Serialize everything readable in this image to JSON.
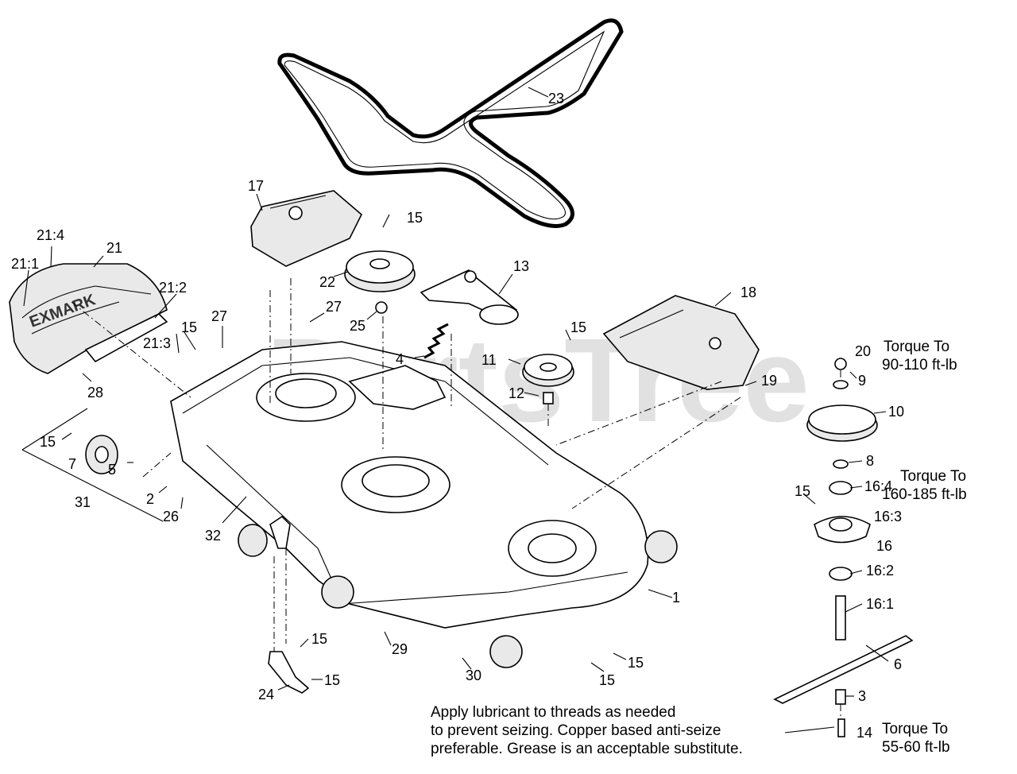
{
  "watermark": "PartsTree",
  "callouts": [
    "1",
    "2",
    "3",
    "4",
    "5",
    "6",
    "7",
    "8",
    "9",
    "10",
    "11",
    "12",
    "13",
    "14",
    "15",
    "16",
    "16:1",
    "16:2",
    "16:3",
    "16:4",
    "17",
    "18",
    "19",
    "20",
    "21",
    "21:1",
    "21:2",
    "21:3",
    "21:4",
    "22",
    "23",
    "24",
    "25",
    "26",
    "27",
    "28",
    "29",
    "30",
    "31",
    "32"
  ],
  "torque_notes": {
    "t20": {
      "title": "Torque To",
      "value": "90-110 ft-lb"
    },
    "t16_4": {
      "title": "Torque To",
      "value": "160-185 ft-lb"
    },
    "t14": {
      "title": "Torque To",
      "value": "55-60 ft-lb"
    }
  },
  "lubricant_note": {
    "line1": "Apply lubricant to threads as needed",
    "line2": "to prevent seizing. Copper based anti-seize",
    "line3": "preferable. Grease is an acceptable substitute."
  }
}
